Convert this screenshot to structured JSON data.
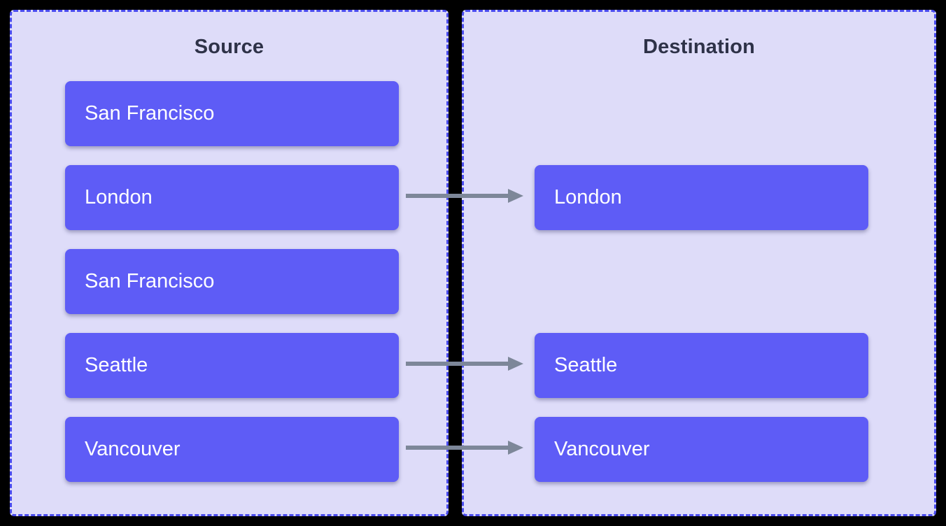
{
  "source_panel": {
    "title": "Source",
    "items": [
      {
        "label": "San Francisco"
      },
      {
        "label": "London"
      },
      {
        "label": "San Francisco"
      },
      {
        "label": "Seattle"
      },
      {
        "label": "Vancouver"
      }
    ]
  },
  "destination_panel": {
    "title": "Destination",
    "items": [
      {
        "label": "London"
      },
      {
        "label": "Seattle"
      },
      {
        "label": "Vancouver"
      }
    ]
  },
  "arrows": [
    {
      "from": "London",
      "to": "London"
    },
    {
      "from": "Seattle",
      "to": "Seattle"
    },
    {
      "from": "Vancouver",
      "to": "Vancouver"
    }
  ],
  "colors": {
    "background": "#000000",
    "panel_bg": "#dedcf9",
    "panel_border": "#4a4cee",
    "item_bg": "#5e5cf6",
    "item_text": "#ffffff",
    "title_text": "#2e3248",
    "arrow": "#7d8799"
  }
}
